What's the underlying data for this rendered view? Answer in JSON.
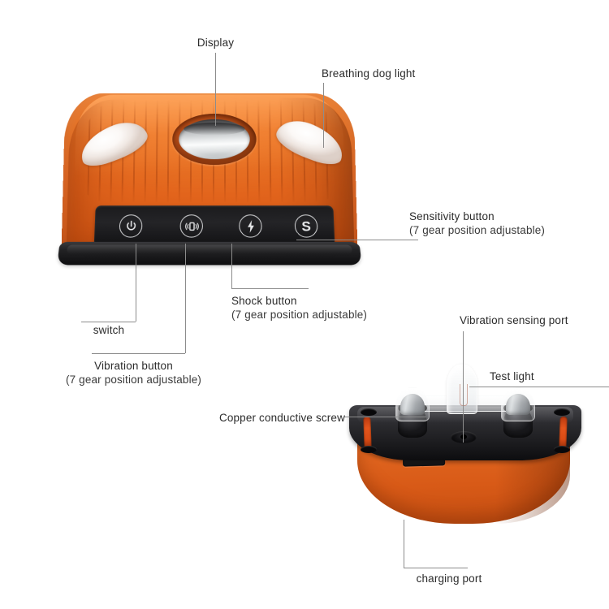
{
  "diagram": {
    "title": "Dog training collar receiver - annotated parts diagram",
    "background_color": "#ffffff",
    "line_color": "#8c8c8c",
    "text_color": "#2b2b2b",
    "product_colors": {
      "shell_orange": "#e2641c",
      "shell_orange_light": "#f08c3a",
      "panel_black": "#1b1b1d",
      "base_black": "#222224",
      "led_white": "#ffffff",
      "lens_silver": "#d9dcdd",
      "strap_slot_red": "#d94b15"
    }
  },
  "callouts": {
    "display": {
      "label": "Display"
    },
    "breathing_light": {
      "label": "Breathing dog light"
    },
    "sensitivity": {
      "label": "Sensitivity button",
      "sub": "(7 gear position adjustable)"
    },
    "shock": {
      "label": "Shock button",
      "sub": "(7 gear position adjustable)"
    },
    "switch": {
      "label": "switch"
    },
    "vibration": {
      "label": "Vibration button",
      "sub": "(7 gear position adjustable)"
    },
    "vibration_port": {
      "label": "Vibration sensing port"
    },
    "test_light": {
      "label": "Test light"
    },
    "copper_screw": {
      "label": "Copper conductive screw"
    },
    "charging_port": {
      "label": "charging port"
    }
  },
  "buttons": [
    {
      "name": "power-button",
      "icon": "power-icon",
      "glyph": ""
    },
    {
      "name": "vibration-button",
      "icon": "vibration-icon",
      "glyph": ""
    },
    {
      "name": "shock-button",
      "icon": "bolt-icon",
      "glyph": ""
    },
    {
      "name": "sensitivity-button",
      "icon": "letter-s-icon",
      "glyph": "S"
    }
  ]
}
